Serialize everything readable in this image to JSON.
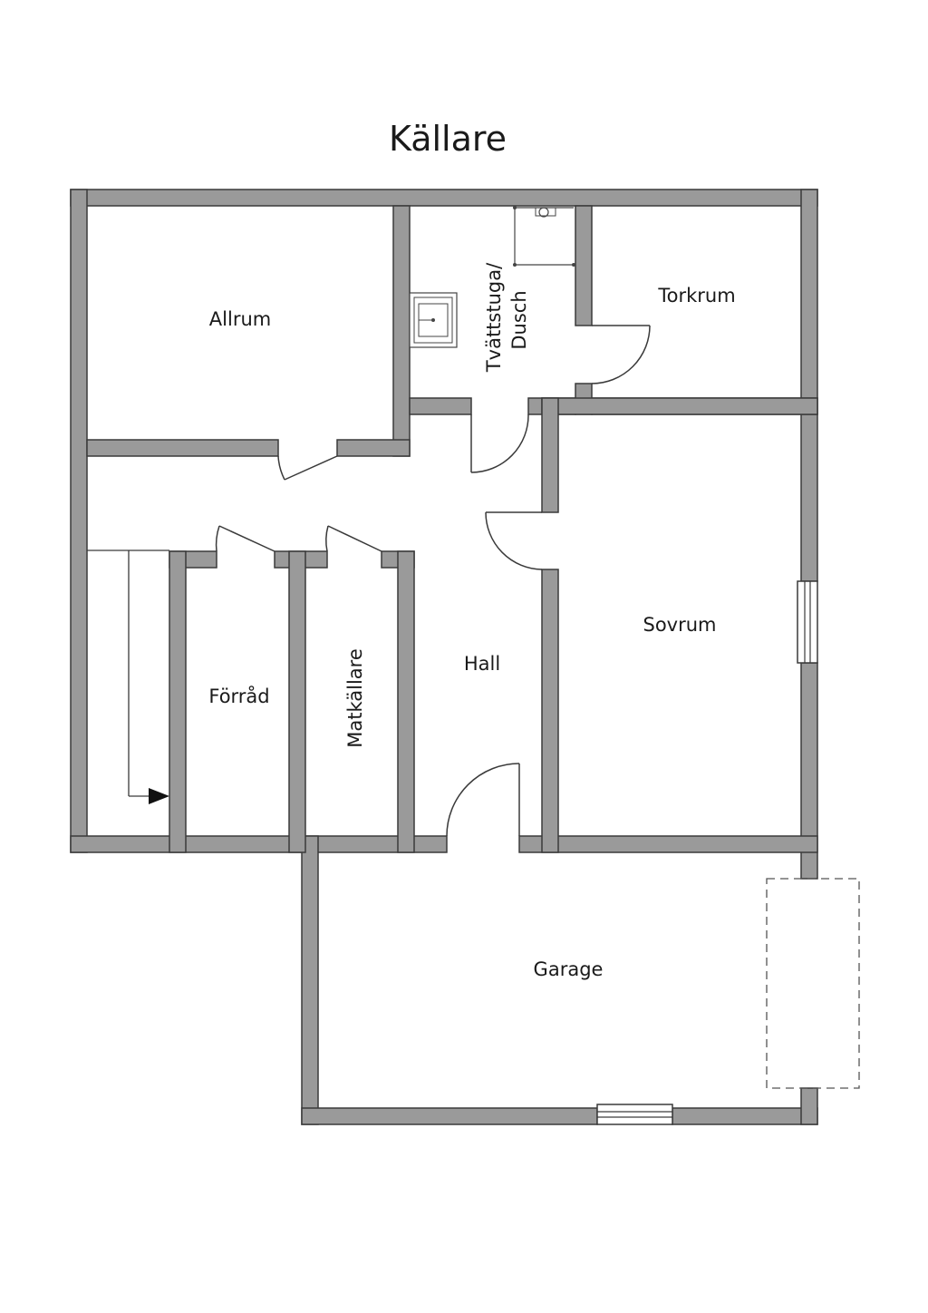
{
  "title": "Källare",
  "rooms": {
    "allrum": "Allrum",
    "tvattstuga_line1": "Tvättstuga/",
    "tvattstuga_line2": "Dusch",
    "torkrum": "Torkrum",
    "sovrum": "Sovrum",
    "hall": "Hall",
    "forrad": "Förråd",
    "matkallare": "Matkällare",
    "garage": "Garage"
  },
  "colors": {
    "wall_fill": "#9a9a9a",
    "wall_outline": "#3a3a3a",
    "background": "#ffffff"
  }
}
